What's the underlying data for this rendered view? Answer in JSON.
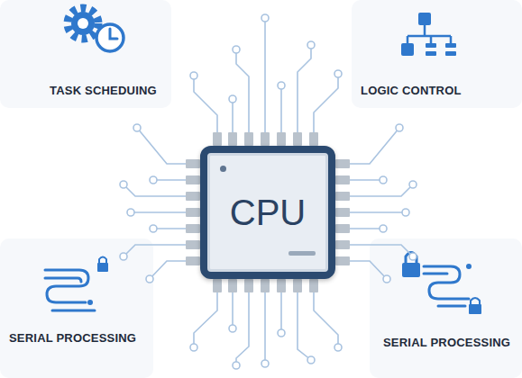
{
  "diagram": {
    "nodes": [
      {
        "text": [
          "CPU"
        ]
      }
    ],
    "labels": [
      "TASK SCHEDUING",
      "LOGIC CONTROL",
      "SERIAL PROCESSING",
      "SERIAL PROCESSING"
    ]
  }
}
